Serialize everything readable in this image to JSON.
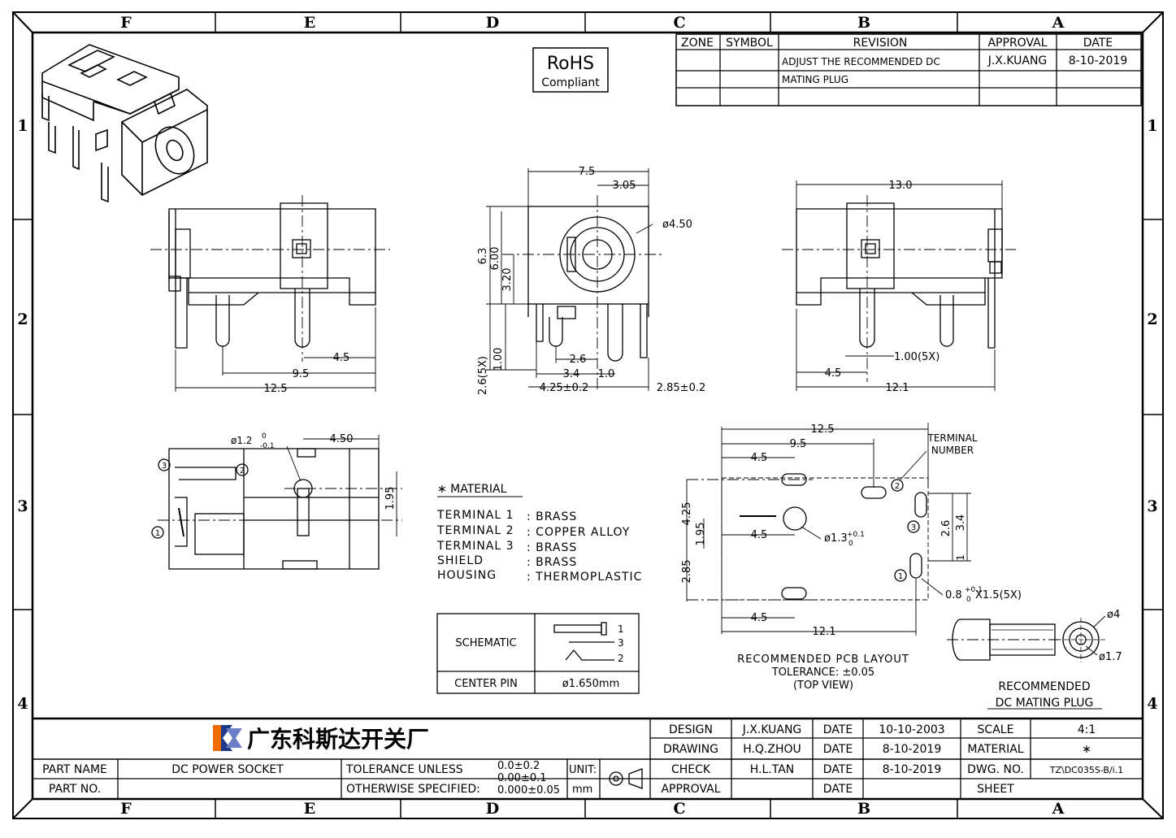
{
  "zones": {
    "cols": [
      "F",
      "E",
      "D",
      "C",
      "B",
      "A"
    ],
    "rows": [
      "1",
      "2",
      "3",
      "4"
    ]
  },
  "rohs": {
    "title": "RoHS",
    "sub": "Compliant"
  },
  "revision": {
    "headers": [
      "ZONE",
      "SYMBOL",
      "REVISION",
      "APPROVAL",
      "DATE"
    ],
    "line1": "ADJUST  THE  RECOMMENDED  DC",
    "line2": "MATING  PLUG",
    "approval": "J.X.KUANG",
    "date": "8-10-2019"
  },
  "views": {
    "side_left": {
      "d_pitch": "4.5",
      "d_mid": "9.5",
      "d_total": "12.5"
    },
    "front": {
      "width": "7.5",
      "half": "3.05",
      "dia": "ø4.50",
      "h_total": "6.3",
      "h_inner": "6.00",
      "h_center": "3.20",
      "pin_len": "2.6(5X)",
      "pin_w": "1.00",
      "d26": "2.6",
      "d34": "3.4",
      "d10": "1.0",
      "left_off": "4.25±0.2",
      "right_off": "2.85±0.2"
    },
    "side_right": {
      "width": "13.0",
      "pin_w": "1.00(5X)",
      "d45": "4.5",
      "d121": "12.1"
    },
    "top": {
      "hole": "ø1.2",
      "tol_top": "0",
      "tol_bot": "-0.1",
      "d450": "4.50",
      "d195": "1.95",
      "n1": "1",
      "n2": "2",
      "n3": "3"
    }
  },
  "material": {
    "title": "∗ MATERIAL",
    "rows": [
      {
        "part": "TERMINAL  1",
        "mat": ": BRASS"
      },
      {
        "part": "TERMINAL  2",
        "mat": ": COPPER  ALLOY"
      },
      {
        "part": "TERMINAL  3",
        "mat": ": BRASS"
      },
      {
        "part": "SHIELD",
        "mat": ": BRASS"
      },
      {
        "part": "HOUSING",
        "mat": ": THERMOPLASTIC"
      }
    ]
  },
  "schematic": {
    "label": "SCHEMATIC",
    "p1": "1",
    "p3": "3",
    "p2": "2",
    "center_label": "CENTER  PIN",
    "center_value": "ø1.650mm"
  },
  "pcb": {
    "d125": "12.5",
    "d95": "9.5",
    "d45a": "4.5",
    "term": "TERMINAL",
    "number": "NUMBER",
    "d425": "4.25",
    "d195": "1.95",
    "d45b": "4.5",
    "hole": "ø1.3",
    "h_tol_top": "+0.1",
    "h_tol_bot": "0",
    "d26": "2.6",
    "d34": "3.4",
    "d1": "1",
    "d285": "2.85",
    "slot": "0.8",
    "s_tol_top": "+0.1",
    "s_tol_bot": "0",
    "slot_suffix": "X1.5(5X)",
    "d45c": "4.5",
    "d121": "12.1",
    "n1": "1",
    "n2": "2",
    "n3": "3",
    "cap1": "RECOMMENDED  PCB  LAYOUT",
    "cap2": "TOLERANCE: ±0.05",
    "cap3": "(TOP  VIEW)"
  },
  "plug": {
    "d4": "ø4",
    "d17": "ø1.7",
    "cap1": "RECOMMENDED",
    "cap2": "DC  MATING  PLUG"
  },
  "title_block": {
    "company": "广东科斯达开关厂",
    "design_l": "DESIGN",
    "design_v": "J.X.KUANG",
    "date_l1": "DATE",
    "date_v1": "10-10-2003",
    "scale_l": "SCALE",
    "scale_v": "4:1",
    "drawing_l": "DRAWING",
    "drawing_v": "H.Q.ZHOU",
    "date_l2": "DATE",
    "date_v2": "8-10-2019",
    "material_l": "MATERIAL",
    "material_v": "∗",
    "check_l": "CHECK",
    "check_v": "H.L.TAN",
    "date_l3": "DATE",
    "date_v3": "8-10-2019",
    "dwg_l": "DWG. NO.",
    "dwg_v": "TZ\\DC035S-B/i.1",
    "approval_l": "APPROVAL",
    "date_l4": "DATE",
    "sheet_l": "SHEET",
    "part_name_l": "PART NAME",
    "part_name_v": "DC  POWER  SOCKET",
    "part_no_l": "PART NO.",
    "tol1": "TOLERANCE  UNLESS",
    "tol2": "OTHERWISE  SPECIFIED:",
    "tolv1": "0.0±0.2",
    "tolv2": "0.00±0.1",
    "tolv3": "0.000±0.05",
    "unit_l": "UNIT:",
    "unit_v": "mm"
  }
}
